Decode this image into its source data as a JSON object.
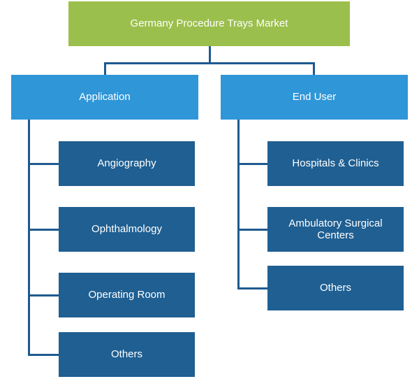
{
  "root": {
    "label": "Germany Procedure Trays Market"
  },
  "branches": [
    {
      "label": "Application",
      "items": [
        "Angiography",
        "Ophthalmology",
        "Operating Room",
        "Others"
      ]
    },
    {
      "label": "End User",
      "items": [
        "Hospitals & Clinics",
        "Ambulatory Surgical Centers",
        "Others"
      ]
    }
  ],
  "colors": {
    "root": "#9bbf4c",
    "category": "#2f96d8",
    "leaf": "#1f5f92",
    "connector": "#1e5a8f"
  }
}
